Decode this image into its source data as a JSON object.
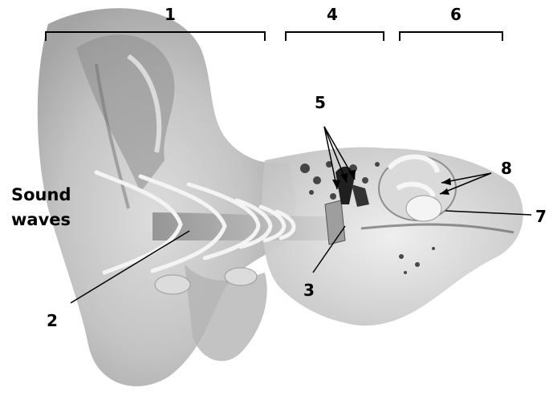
{
  "labels": {
    "sound_waves": "Sound\nwaves",
    "n1": "1",
    "n2": "2",
    "n3": "3",
    "n4": "4",
    "n5": "5",
    "n6": "6",
    "n7": "7",
    "n8": "8"
  },
  "colors": {
    "ink": "#000000",
    "tissue_light": "#e6e6e6",
    "tissue_mid": "#bdbdbd",
    "tissue_dark": "#7a7a7a",
    "bone_dark": "#2a2a2a",
    "wave": "#f4f4f4"
  }
}
